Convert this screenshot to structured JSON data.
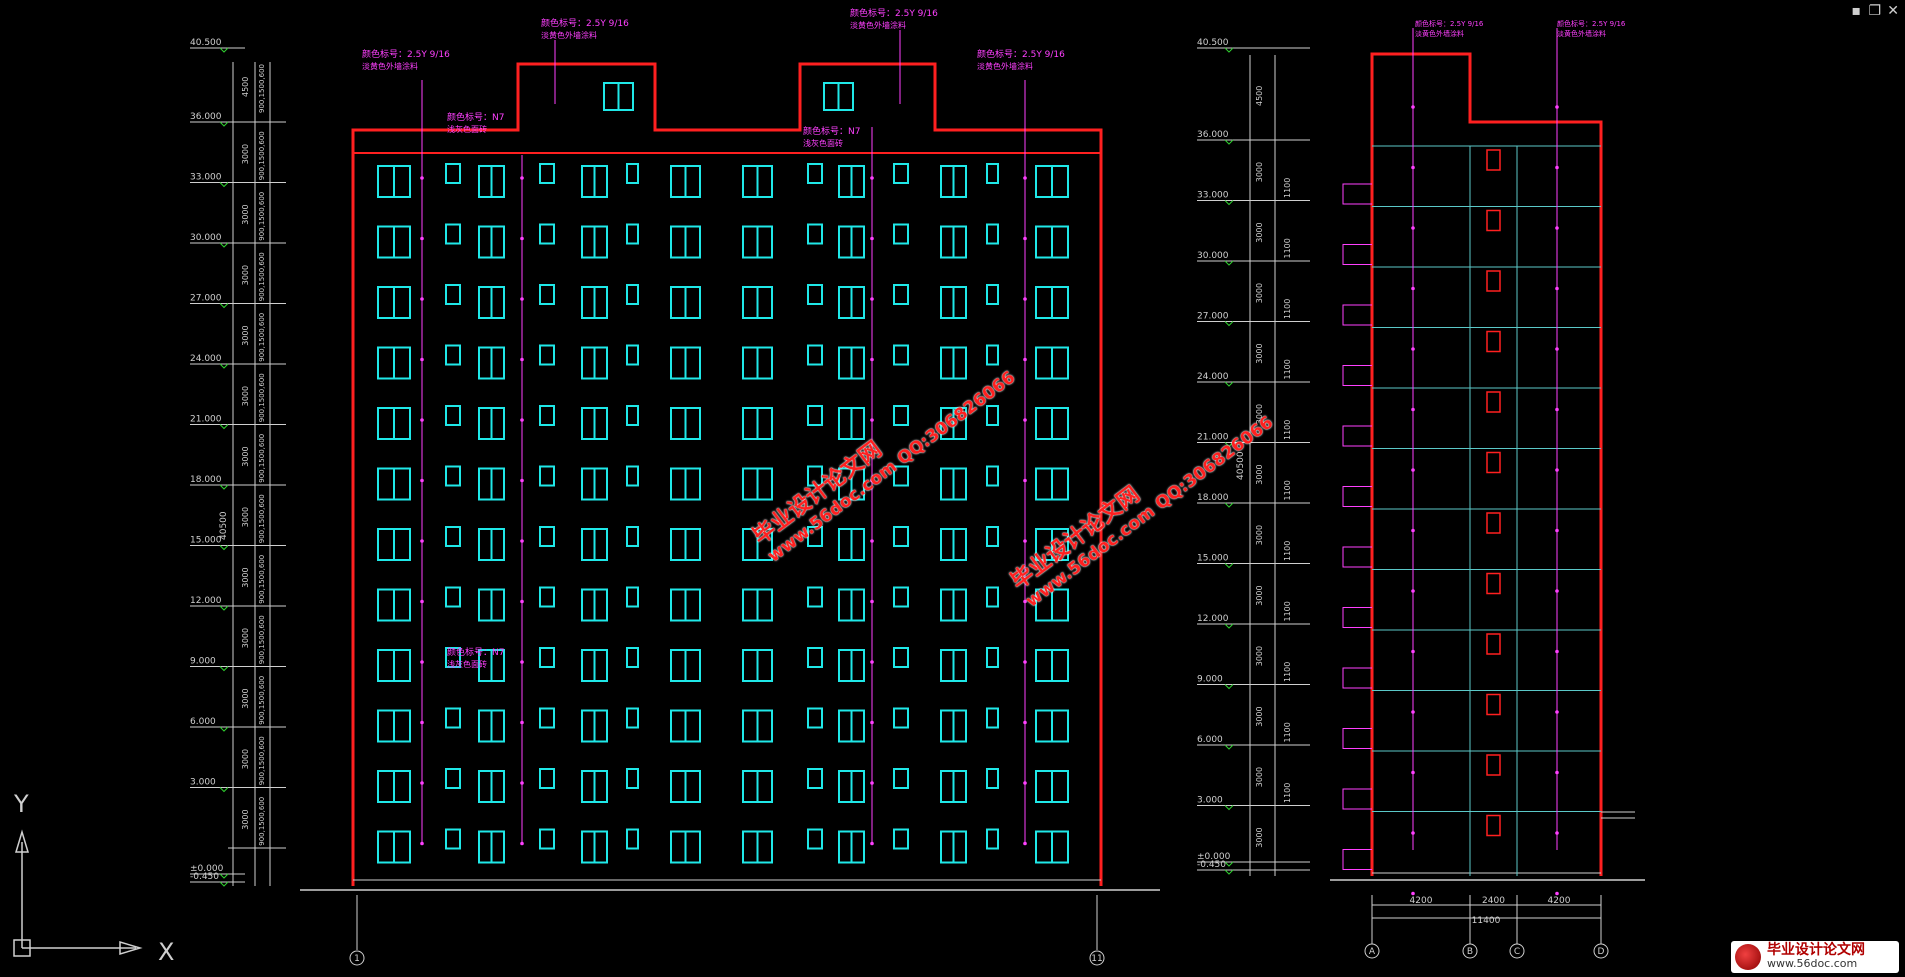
{
  "window_buttons": {
    "minimize": "▪",
    "restore": "❐",
    "close": "✕"
  },
  "ucs": {
    "x_label": "X",
    "y_label": "Y"
  },
  "front": {
    "levels": [
      "40.500",
      "36.000",
      "33.000",
      "30.000",
      "27.000",
      "24.000",
      "21.000",
      "18.000",
      "15.000",
      "12.000",
      "9.000",
      "6.000",
      "3.000",
      "±0.000",
      "-0.450"
    ],
    "vertical_dims": [
      "4500",
      "3000",
      "3000",
      "3000",
      "3000",
      "3000",
      "3000",
      "3000",
      "3000",
      "3000",
      "3000",
      "3000",
      "3000"
    ],
    "total_dim": "40500",
    "axis_left": "1",
    "axis_right": "11",
    "notes": [
      {
        "l1": "颜色标号：2.5Y 9/16",
        "l2": "淡黄色外墙涂料"
      },
      {
        "l1": "颜色标号：2.5Y 9/16",
        "l2": "淡黄色外墙涂料"
      },
      {
        "l1": "颜色标号：2.5Y 9/16",
        "l2": "淡黄色外墙涂料"
      },
      {
        "l1": "颜色标号：2.5Y 9/16",
        "l2": "淡黄色外墙涂料"
      },
      {
        "l1": "颜色标号：N7",
        "l2": "浅灰色面砖"
      },
      {
        "l1": "颜色标号：N7",
        "l2": "浅灰色面砖"
      },
      {
        "l1": "颜色标号：N7",
        "l2": "浅灰色面砖"
      }
    ]
  },
  "side": {
    "levels": [
      "40.500",
      "36.000",
      "33.000",
      "30.000",
      "27.000",
      "24.000",
      "21.000",
      "18.000",
      "15.000",
      "12.000",
      "9.000",
      "6.000",
      "3.000",
      "±0.000",
      "-0.450"
    ],
    "dims_outer": [
      "4500",
      "3000",
      "3000",
      "3000",
      "3000",
      "3000",
      "3000",
      "3000",
      "3000",
      "3000",
      "3000",
      "3000",
      "3000"
    ],
    "dims_inner": [
      "1100",
      "1100",
      "1100",
      "1100",
      "1100",
      "1100",
      "1100",
      "1100",
      "1100",
      "1100",
      "1100"
    ],
    "total_dim": "40500",
    "bottom_dims": [
      "4200",
      "2400",
      "4200"
    ],
    "bottom_total": "11400",
    "axes": [
      "A",
      "B",
      "C",
      "D"
    ],
    "notes": [
      {
        "l1": "颜色标号：2.5Y 9/16",
        "l2": "淡黄色外墙涂料"
      },
      {
        "l1": "颜色标号：2.5Y 9/16",
        "l2": "淡黄色外墙涂料"
      }
    ]
  },
  "watermarks": [
    {
      "l1": "毕业设计论文网",
      "l2": "www.56doc.com  QQ:306826066"
    },
    {
      "l1": "毕业设计论文网",
      "l2": "www.56doc.com  QQ:306826066"
    }
  ],
  "logo": {
    "name": "毕业设计论文网",
    "url": "www.56doc.com"
  },
  "colors": {
    "background": "#000000",
    "outline": "#ff2020",
    "window": "#1fe8e8",
    "note": "#ff40ff",
    "grid": "#5bc8c8",
    "dim": "#cfcfcf",
    "tick": "#2fd02f"
  }
}
